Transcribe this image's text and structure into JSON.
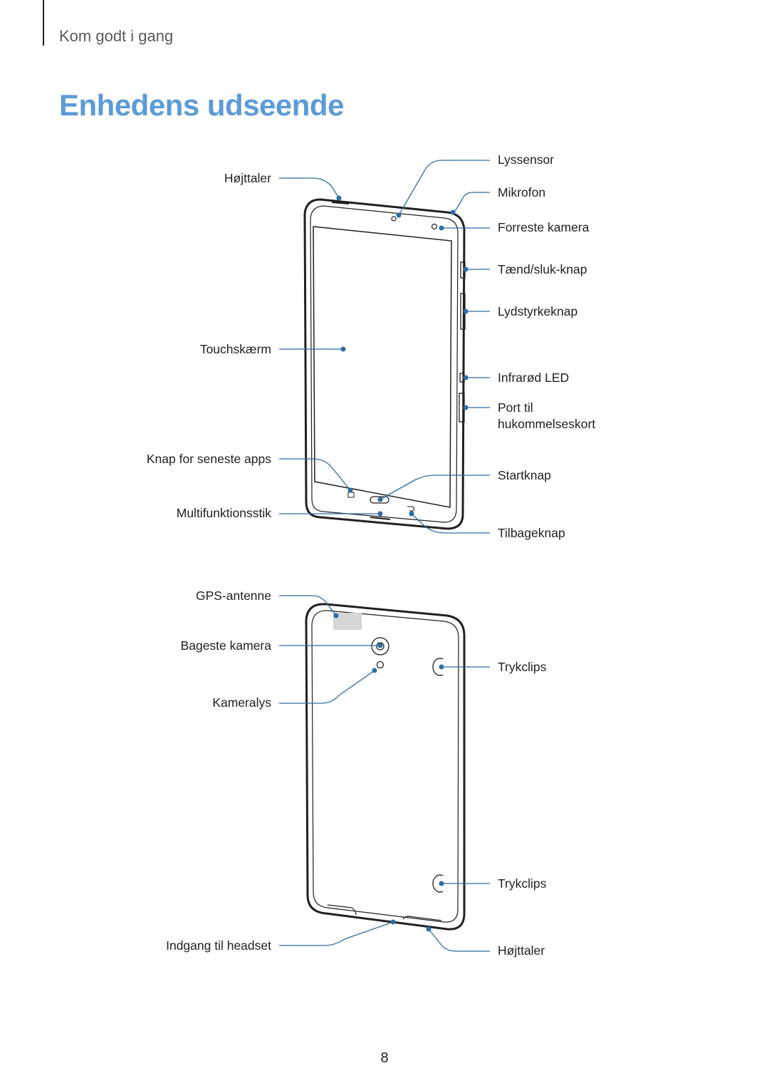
{
  "header": {
    "section": "Kom godt i gang"
  },
  "title": "Enhedens udseende",
  "front_labels": {
    "hojttaler_top": "Højttaler",
    "lyssensor": "Lyssensor",
    "mikrofon": "Mikrofon",
    "forreste_kamera": "Forreste kamera",
    "taend_sluk": "Tænd/sluk-knap",
    "lydstyrke": "Lydstyrkeknap",
    "touchskaerm": "Touchskærm",
    "infrarod": "Infrarød LED",
    "port_til": "Port til",
    "hukommelseskort": "hukommelseskort",
    "seneste_apps": "Knap for seneste apps",
    "startknap": "Startknap",
    "multifunktion": "Multifunktionsstik",
    "tilbageknap": "Tilbageknap"
  },
  "back_labels": {
    "gps": "GPS-antenne",
    "bageste_kamera": "Bageste kamera",
    "trykclips_top": "Trykclips",
    "kameralys": "Kameralys",
    "trykclips_bottom": "Trykclips",
    "headset": "Indgang til headset",
    "hojttaler_bottom": "Højttaler"
  },
  "colors": {
    "accent": "#5b9bd8",
    "callout": "#2e6ca8",
    "text": "#231f20"
  },
  "footer": {
    "page_number": "8"
  }
}
